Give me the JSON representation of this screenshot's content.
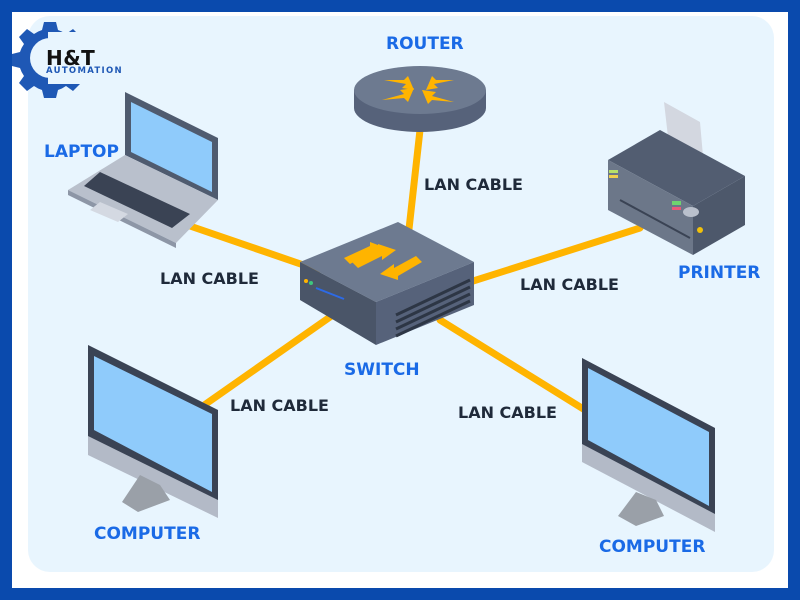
{
  "logo": {
    "name": "H&T",
    "subtitle": "AUTOMATION",
    "icon": "gear-icon",
    "color": "#1f58b5"
  },
  "colors": {
    "frame": "#0a4aad",
    "panel": "#e8f5fe",
    "cable": "#ffb400",
    "device_label": "#1a6ae6",
    "cable_label": "#1f2a3a",
    "device_body": "#5b6678",
    "screen": "#8fcbfb"
  },
  "nodes": {
    "router": {
      "label": "ROUTER",
      "icon": "router-icon"
    },
    "switch": {
      "label": "SWITCH",
      "icon": "switch-icon"
    },
    "laptop": {
      "label": "LAPTOP",
      "icon": "laptop-icon"
    },
    "printer": {
      "label": "PRINTER",
      "icon": "printer-icon"
    },
    "computer_left": {
      "label": "COMPUTER",
      "icon": "monitor-icon"
    },
    "computer_right": {
      "label": "COMPUTER",
      "icon": "monitor-icon"
    }
  },
  "edges": [
    {
      "from": "switch",
      "to": "router",
      "label": "LAN CABLE"
    },
    {
      "from": "switch",
      "to": "laptop",
      "label": "LAN CABLE"
    },
    {
      "from": "switch",
      "to": "printer",
      "label": "LAN CABLE"
    },
    {
      "from": "switch",
      "to": "computer_left",
      "label": "LAN CABLE"
    },
    {
      "from": "switch",
      "to": "computer_right",
      "label": "LAN CABLE"
    }
  ]
}
